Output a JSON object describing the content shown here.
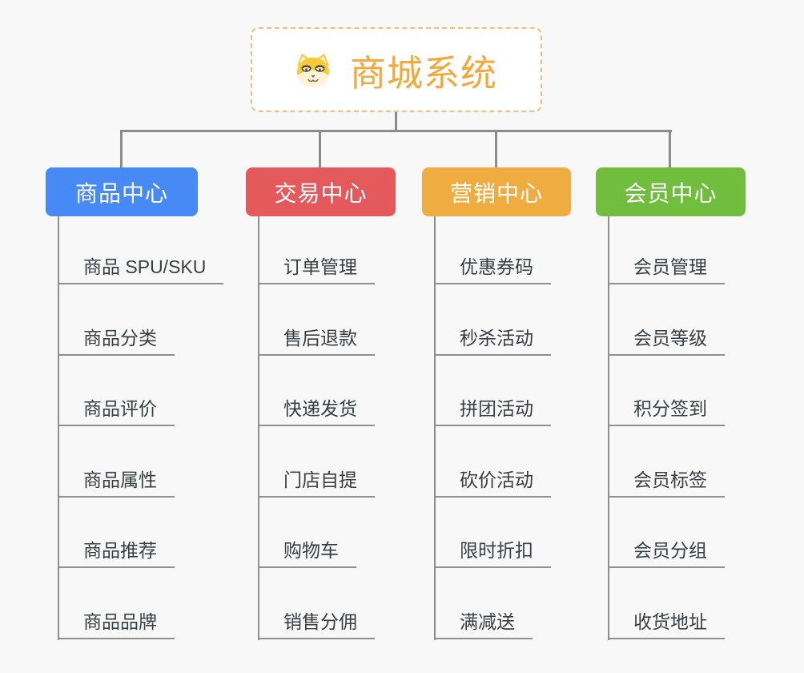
{
  "root": {
    "label": "商城系统",
    "icon": "dog-face-icon",
    "text_color": "#f2a93c",
    "border_color": "#f1c078"
  },
  "connector_color": "#8c8c8c",
  "underline_color": "#8f8f8f",
  "branches": [
    {
      "label": "商品中心",
      "color": "#4789f5",
      "children": [
        "商品 SPU/SKU",
        "商品分类",
        "商品评价",
        "商品属性",
        "商品推荐",
        "商品品牌"
      ]
    },
    {
      "label": "交易中心",
      "color": "#e3595c",
      "children": [
        "订单管理",
        "售后退款",
        "快递发货",
        "门店自提",
        "购物车",
        "销售分佣"
      ]
    },
    {
      "label": "营销中心",
      "color": "#efad41",
      "children": [
        "优惠券码",
        "秒杀活动",
        "拼团活动",
        "砍价活动",
        "限时折扣",
        "满减送"
      ]
    },
    {
      "label": "会员中心",
      "color": "#71be3f",
      "children": [
        "会员管理",
        "会员等级",
        "积分签到",
        "会员标签",
        "会员分组",
        "收货地址"
      ]
    }
  ]
}
